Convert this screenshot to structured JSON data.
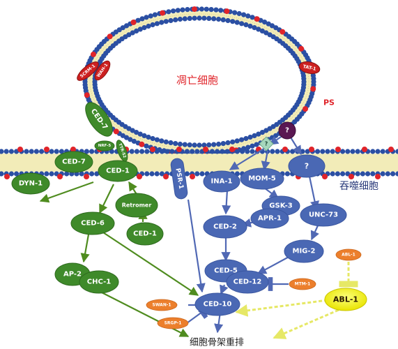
{
  "labels": {
    "apoptotic_cell": "凋亡细胞",
    "engulfing_cell": "吞噬细胞",
    "cytoskeleton": "细胞骨架重排",
    "ps": "PS"
  },
  "nodes": {
    "scrm1": "SCRM-1",
    "wah1": "WAH-1",
    "tat1": "TAT-1",
    "ced7_top": "CED-7",
    "ced7_left": "CED-7",
    "nrf5": "NRF-5",
    "ttr52": "TTR-52",
    "ced1": "CED-1",
    "dyn1": "DYN-1",
    "retromer": "Retromer",
    "ced6": "CED-6",
    "ced1_b": "CED-1",
    "ap2": "AP-2",
    "chc1": "CHC-1",
    "psr1": "PSR-1",
    "ina1": "INA-1",
    "mom5": "MOM-5",
    "q_right": "?",
    "q_purple": "?",
    "q_diamond": "?",
    "gsk3": "GSK-3",
    "apr1": "APR-1",
    "ced2": "CED-2",
    "unc73": "UNC-73",
    "mig2": "MIG-2",
    "ced5": "CED-5",
    "ced12": "CED-12",
    "mtm1": "MTM-1",
    "abl1_small": "ABL-1",
    "abl1": "ABL-1",
    "ced10": "CED-10",
    "swan1": "SWAN-1",
    "srgp1": "SRGP-1"
  },
  "colors": {
    "green": "#3f8a2a",
    "blue": "#4a68b4",
    "orange": "#ec7f2c",
    "yellow": "#f4f33a",
    "purple": "#5a1752",
    "red_text": "#e0242a"
  }
}
